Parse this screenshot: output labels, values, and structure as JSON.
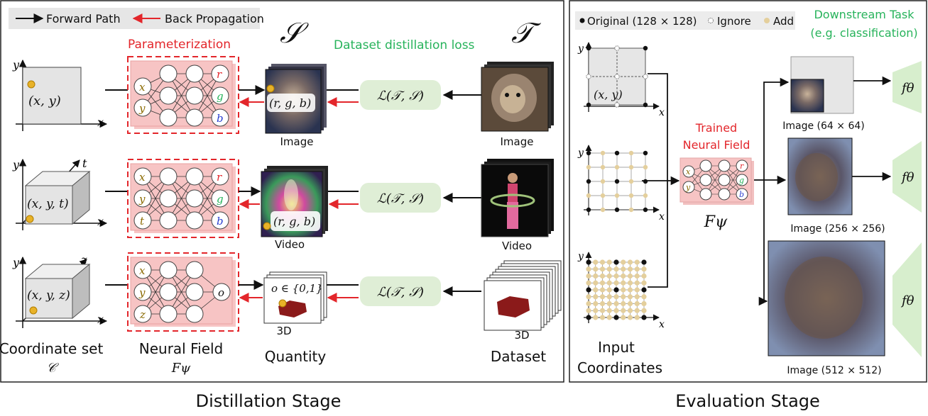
{
  "legend": {
    "forward": "Forward Path",
    "back": "Back Propagation"
  },
  "distill": {
    "set_s": "𝒮",
    "set_t": "𝒯",
    "parameterization": "Parameterization",
    "loss_title": "Dataset distillation loss",
    "loss_expr": "ℒ(𝒯, 𝒮)",
    "rows": [
      {
        "coord": "(x, y)",
        "inputs": [
          "x",
          "y"
        ],
        "outputs": [
          "r",
          "g",
          "b"
        ],
        "quantity_label": "(r, g, b)",
        "s_caption": "Image",
        "t_caption": "Image"
      },
      {
        "coord": "(x, y, t)",
        "inputs": [
          "x",
          "y",
          "t"
        ],
        "outputs": [
          "r",
          "g",
          "b"
        ],
        "quantity_label": "(r, g, b)",
        "s_caption": "Video",
        "t_caption": "Video"
      },
      {
        "coord": "(x, y, z)",
        "inputs": [
          "x",
          "y",
          "z"
        ],
        "outputs": [
          "o"
        ],
        "quantity_label": "o ∈ {0,1}",
        "s_caption": "3D",
        "t_caption": "3D"
      }
    ],
    "axes": {
      "x": "x",
      "y": "y",
      "t": "t",
      "z": "z"
    },
    "bottom": {
      "coord_set": "Coordinate set",
      "coord_sym": "𝒞",
      "neural_field": "Neural Field",
      "nf_sym": "Fψ",
      "quantity": "Quantity",
      "dataset": "Dataset"
    },
    "stage_title": "Distillation Stage"
  },
  "eval": {
    "legend": {
      "original": "Original (128 × 128)",
      "ignore": "Ignore",
      "add": "Add"
    },
    "downstream_1": "Downstream Task",
    "downstream_2": "(e.g. classification)",
    "grid_coord": "(x, y)",
    "trained_1": "Trained",
    "trained_2": "Neural Field",
    "fpsi": "Fψ",
    "f_theta": "fθ",
    "nf_inputs": [
      "x",
      "y"
    ],
    "nf_outputs": [
      "r",
      "g",
      "b"
    ],
    "input_coords_1": "Input",
    "input_coords_2": "Coordinates",
    "images": [
      "Image (64 × 64)",
      "Image (256 × 256)",
      "Image (512 × 512)"
    ],
    "stage_title": "Evaluation Stage"
  },
  "colors": {
    "red": "#e3262b",
    "green": "#27b35b",
    "pink": "#f7c4c4",
    "loss_bg": "#dfeed6",
    "gold": "#e8b228",
    "add": "#e4cf9c"
  }
}
